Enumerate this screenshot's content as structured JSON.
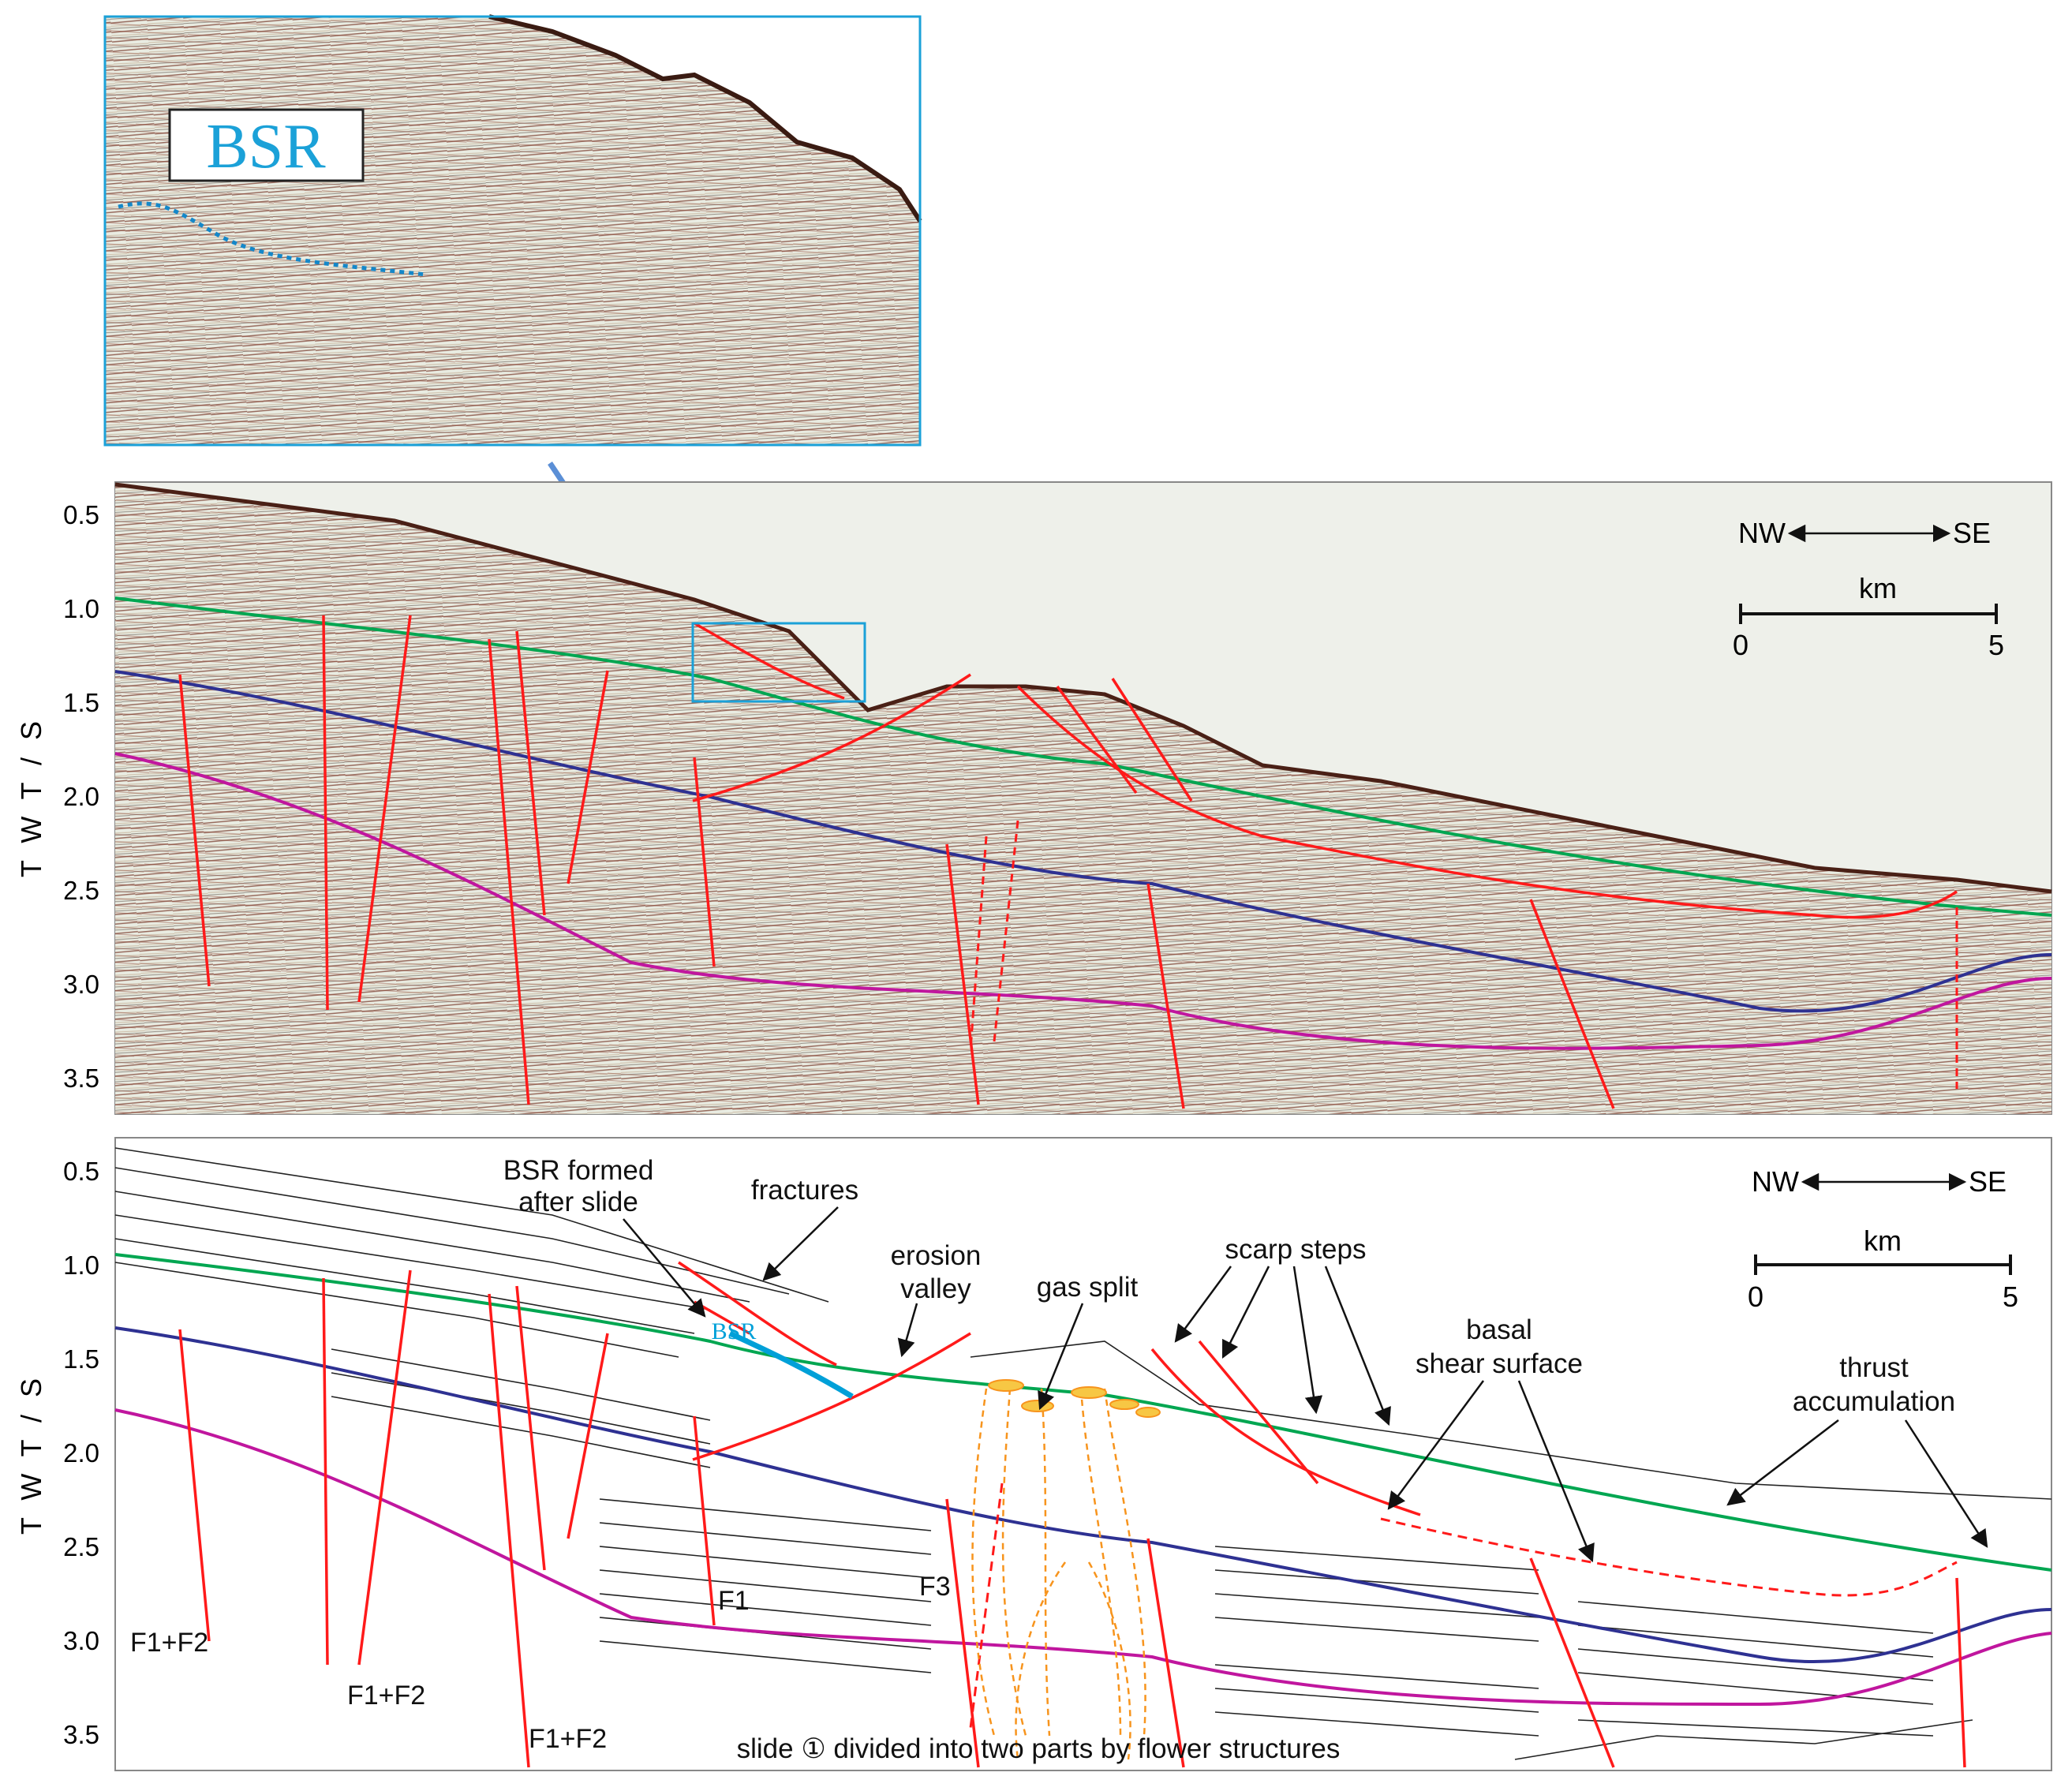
{
  "inset": {
    "label": "BSR"
  },
  "panel_top": {
    "y_axis_label": "T W T / S",
    "y_ticks": [
      "0.5",
      "1.0",
      "1.5",
      "2.0",
      "2.5",
      "3.0",
      "3.5"
    ],
    "direction": {
      "left": "NW",
      "right": "SE"
    },
    "scale": {
      "unit": "km",
      "start": "0",
      "end": "5"
    }
  },
  "panel_bottom": {
    "y_axis_label": "T W T / S",
    "y_ticks": [
      "0.5",
      "1.0",
      "1.5",
      "2.0",
      "2.5",
      "3.0",
      "3.5"
    ],
    "direction": {
      "left": "NW",
      "right": "SE"
    },
    "scale": {
      "unit": "km",
      "start": "0",
      "end": "5"
    },
    "annotations": {
      "bsr_formed_line1": "BSR formed",
      "bsr_formed_line2": "after slide",
      "fractures": "fractures",
      "erosion_line1": "erosion",
      "erosion_line2": "valley",
      "gas_split": "gas split",
      "scarp_steps": "scarp steps",
      "bsr_small": "BSR",
      "basal_line1": "basal",
      "basal_line2": "shear surface",
      "thrust_line1": "thrust",
      "thrust_line2": "accumulation",
      "caption": "slide ① divided into two parts by flower structures",
      "fault_f1": "F1",
      "fault_f3": "F3",
      "fault_pair": "F1+F2"
    }
  },
  "colors": {
    "fault": "#ff1a1a",
    "green_horizon": "#00a651",
    "blue_horizon": "#2e3192",
    "magenta_horizon": "#c0169e",
    "bsr": "#00a0d8",
    "gas": "#f7941d",
    "arrow": "#5b8fd6"
  }
}
